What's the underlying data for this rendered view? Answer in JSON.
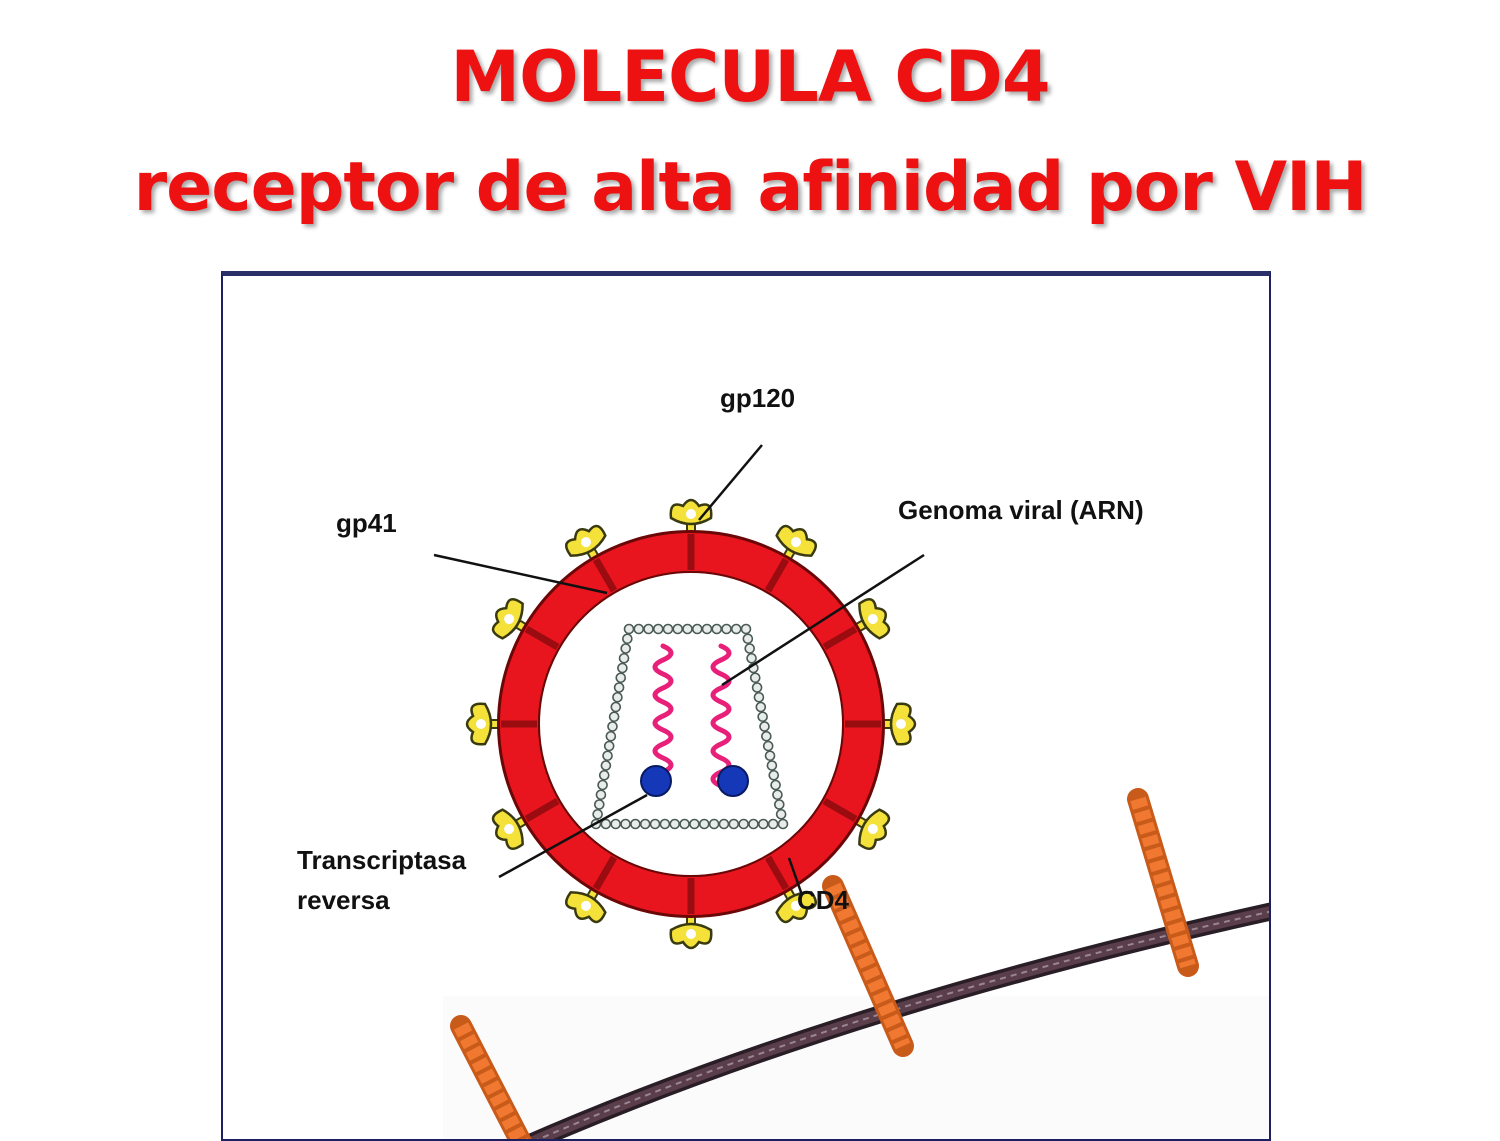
{
  "title": {
    "line1": "MOLECULA CD4",
    "line2": "receptor de alta afinidad por VIH"
  },
  "labels": {
    "gp120": "gp120",
    "gp41": "gp41",
    "genome": "Genoma viral (ARN)",
    "rt_line1": "Transcriptasa",
    "rt_line2": "reversa",
    "cd4": "CD4"
  },
  "colors": {
    "title": "#ee1111",
    "envelope": "#e8141e",
    "spike": "#f4e13a",
    "rna": "#e8207a",
    "enzyme": "#1438b8",
    "receptor": "#f07830",
    "membrane": "#5a3e4a"
  }
}
